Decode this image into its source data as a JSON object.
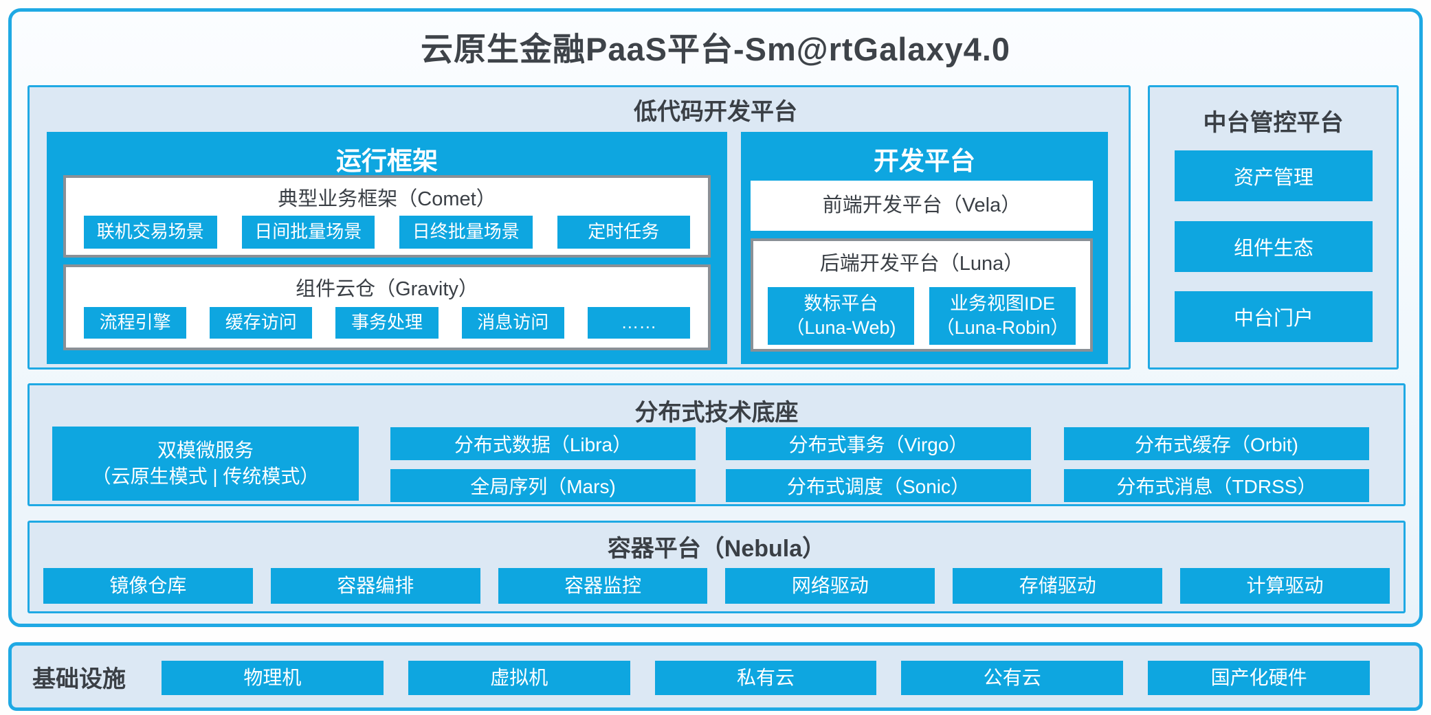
{
  "colors": {
    "accent_blue": "#0ea6e0",
    "border_cyan": "#1fa9e4",
    "panel_background": "#dce8f4",
    "white_box_border": "#8a9096",
    "dark_text": "#3a3f45"
  },
  "title": "云原生金融PaaS平台-Sm@rtGalaxy4.0",
  "lowcode": {
    "title": "低代码开发平台",
    "runtime": {
      "title": "运行框架",
      "comet": {
        "title": "典型业务框架（Comet）",
        "items": [
          "联机交易场景",
          "日间批量场景",
          "日终批量场景",
          "定时任务"
        ]
      },
      "gravity": {
        "title": "组件云仓（Gravity）",
        "items": [
          "流程引擎",
          "缓存访问",
          "事务处理",
          "消息访问",
          "……"
        ]
      }
    },
    "dev": {
      "title": "开发平台",
      "vela": "前端开发平台（Vela）",
      "luna": {
        "title": "后端开发平台（Luna）",
        "items": [
          {
            "line1": "数标平台",
            "line2": "（Luna-Web)"
          },
          {
            "line1": "业务视图IDE",
            "line2": "（Luna-Robin）"
          }
        ]
      }
    }
  },
  "midplatform": {
    "title": "中台管控平台",
    "items": [
      "资产管理",
      "组件生态",
      "中台门户"
    ]
  },
  "distributed": {
    "title": "分布式技术底座",
    "dual_mode": {
      "line1": "双模微服务",
      "line2": "（云原生模式 | 传统模式）"
    },
    "grid": [
      "分布式数据（Libra）",
      "全局序列（Mars)",
      "分布式事务（Virgo）",
      "分布式调度（Sonic）",
      "分布式缓存（Orbit)",
      "分布式消息（TDRSS）"
    ]
  },
  "container_platform": {
    "title": "容器平台（Nebula）",
    "items": [
      "镜像仓库",
      "容器编排",
      "容器监控",
      "网络驱动",
      "存储驱动",
      "计算驱动"
    ]
  },
  "infrastructure": {
    "title": "基础设施",
    "items": [
      "物理机",
      "虚拟机",
      "私有云",
      "公有云",
      "国产化硬件"
    ]
  }
}
